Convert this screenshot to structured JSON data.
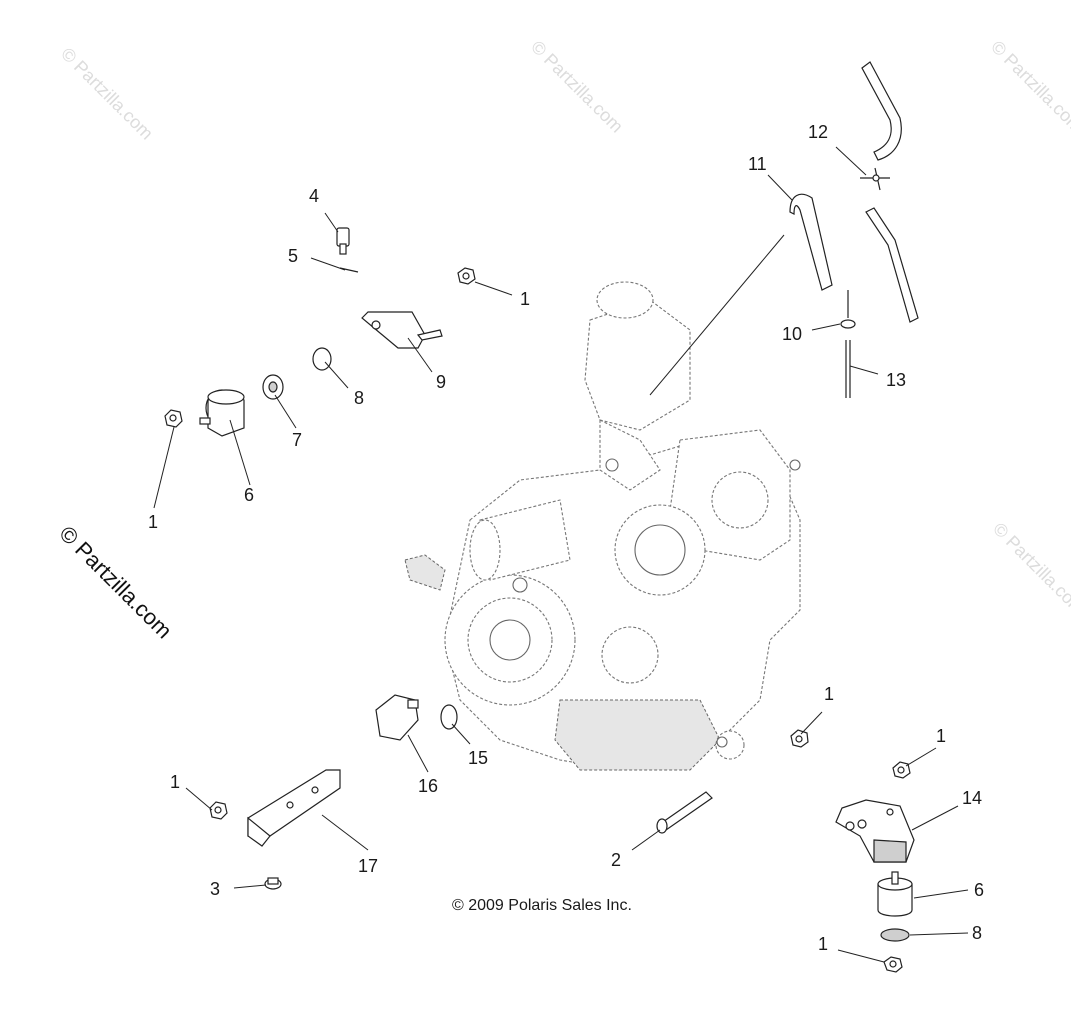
{
  "watermarks": {
    "faint": [
      "© Partzilla.com",
      "© Partzilla.com",
      "© Partzilla.com",
      "© Partzilla.com"
    ],
    "bold": "© Partzilla.com"
  },
  "copyright": "© 2009 Polaris Sales Inc.",
  "callouts": [
    {
      "id": "c1a",
      "label": "1"
    },
    {
      "id": "c1b",
      "label": "1"
    },
    {
      "id": "c1c",
      "label": "1"
    },
    {
      "id": "c1d",
      "label": "1"
    },
    {
      "id": "c1e",
      "label": "1"
    },
    {
      "id": "c1f",
      "label": "1"
    },
    {
      "id": "c2",
      "label": "2"
    },
    {
      "id": "c3",
      "label": "3"
    },
    {
      "id": "c4",
      "label": "4"
    },
    {
      "id": "c5",
      "label": "5"
    },
    {
      "id": "c6a",
      "label": "6"
    },
    {
      "id": "c6b",
      "label": "6"
    },
    {
      "id": "c7",
      "label": "7"
    },
    {
      "id": "c8a",
      "label": "8"
    },
    {
      "id": "c8b",
      "label": "8"
    },
    {
      "id": "c9",
      "label": "9"
    },
    {
      "id": "c10",
      "label": "10"
    },
    {
      "id": "c11",
      "label": "11"
    },
    {
      "id": "c12",
      "label": "12"
    },
    {
      "id": "c13",
      "label": "13"
    },
    {
      "id": "c14",
      "label": "14"
    },
    {
      "id": "c15",
      "label": "15"
    },
    {
      "id": "c16",
      "label": "16"
    },
    {
      "id": "c17",
      "label": "17"
    }
  ]
}
